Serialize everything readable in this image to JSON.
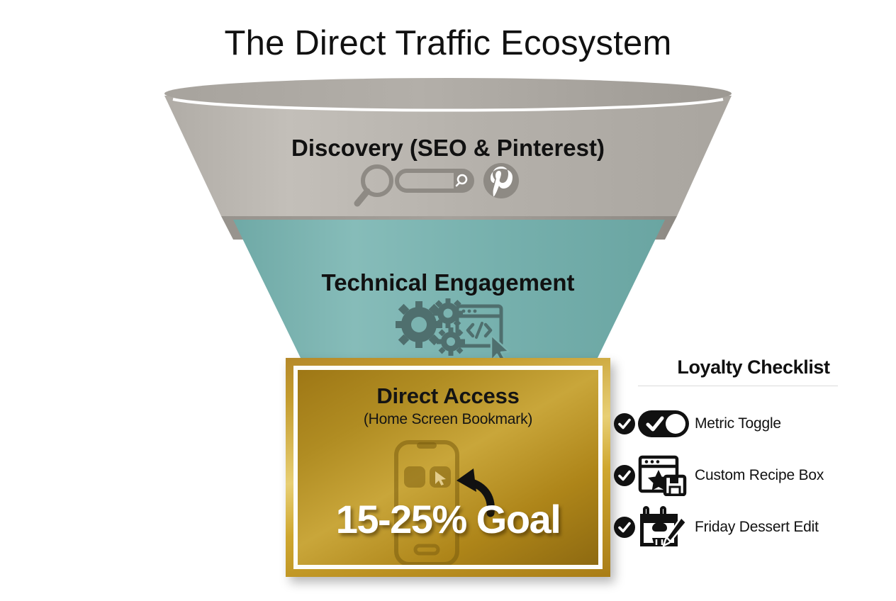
{
  "page": {
    "title": "The Direct Traffic Ecosystem",
    "background_color": "#ffffff"
  },
  "funnel": {
    "stages": [
      {
        "id": "discovery",
        "label": "Discovery (SEO & Pinterest)",
        "color": "#ada9a3",
        "icons": [
          "magnifier-icon",
          "search-bar-icon",
          "pinterest-icon"
        ]
      },
      {
        "id": "technical-engagement",
        "label": "Technical Engagement",
        "color": "#7bb3b0",
        "icons": [
          "gears-icon",
          "code-browser-cursor-icon"
        ]
      }
    ]
  },
  "gold_box": {
    "title": "Direct Access",
    "subtitle": "(Home Screen Bookmark)",
    "goal": "15-25% Goal",
    "color": "#a8821a",
    "accent_color": "#e8cf74",
    "icons": [
      "phone-home-screen-icon",
      "curved-arrow-icon"
    ]
  },
  "checklist": {
    "title": "Loyalty Checklist",
    "items": [
      {
        "label": "Metric Toggle",
        "icon": "toggle-switch-icon",
        "checked": true
      },
      {
        "label": "Custom Recipe Box",
        "icon": "browser-star-save-icon",
        "checked": true
      },
      {
        "label": "Friday Dessert Edit",
        "icon": "calendar-cupcake-pencil-icon",
        "checked": true
      }
    ]
  }
}
